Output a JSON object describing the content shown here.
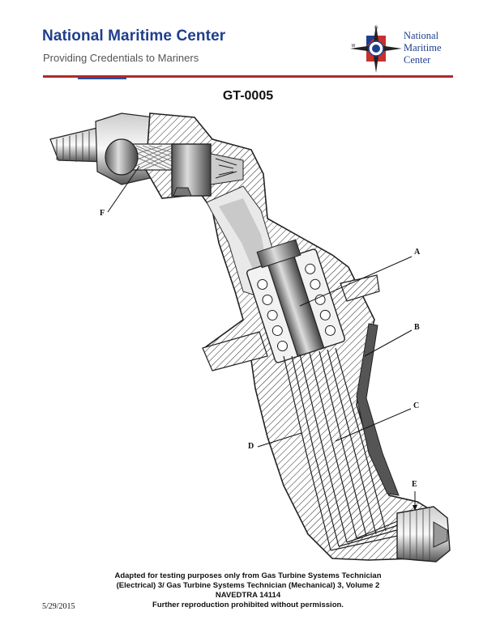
{
  "header": {
    "title": "National Maritime Center",
    "subtitle": "Providing Credentials to Mariners",
    "logo_lines": [
      "National",
      "Maritime",
      "Center"
    ],
    "brand_color": "#1f3f8c",
    "rule_color": "#b02a2a"
  },
  "document": {
    "code": "GT-0005"
  },
  "diagram": {
    "callouts": [
      "A",
      "B",
      "C",
      "D",
      "E",
      "F"
    ]
  },
  "footer": {
    "lines": [
      "Adapted for testing purposes only from Gas Turbine Systems Technician",
      "(Electrical) 3/ Gas Turbine Systems Technician (Mechanical) 3, Volume 2",
      "NAVEDTRA 14114",
      "Further reproduction prohibited without permission."
    ],
    "date": "5/29/2015"
  }
}
